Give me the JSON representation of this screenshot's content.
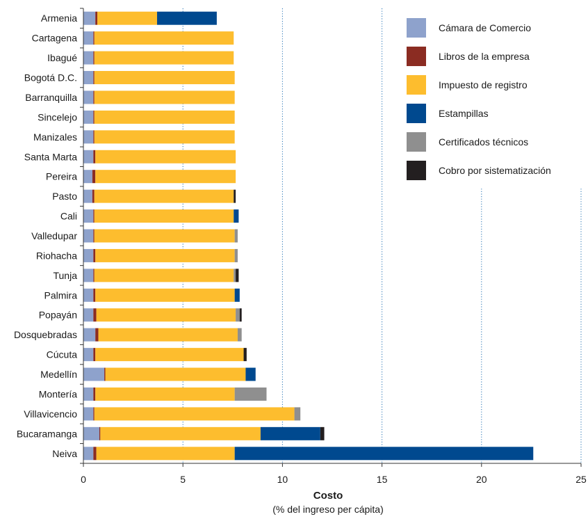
{
  "chart_data": {
    "type": "bar",
    "orientation": "horizontal",
    "stacked": true,
    "xlabel": "Costo",
    "xlabel_sub": "(% del ingreso per cápita)",
    "xlim": [
      0,
      25
    ],
    "xticks": [
      0,
      5,
      10,
      15,
      20,
      25
    ],
    "grid": "vertical-dotted",
    "legend_position": "top-right",
    "categories": [
      "Armenia",
      "Cartagena",
      "Ibagué",
      "Bogotá D.C.",
      "Barranquilla",
      "Sincelejo",
      "Manizales",
      "Santa Marta",
      "Pereira",
      "Pasto",
      "Cali",
      "Valledupar",
      "Riohacha",
      "Tunja",
      "Palmira",
      "Popayán",
      "Dosquebradas",
      "Cúcuta",
      "Medellín",
      "Montería",
      "Villavicencio",
      "Bucaramanga",
      "Neiva"
    ],
    "series": [
      {
        "name": "Cámara de Comercio",
        "color": "#8ea2cc",
        "values": [
          0.6,
          0.5,
          0.5,
          0.5,
          0.5,
          0.5,
          0.5,
          0.5,
          0.45,
          0.45,
          0.5,
          0.5,
          0.5,
          0.5,
          0.5,
          0.5,
          0.6,
          0.5,
          1.05,
          0.5,
          0.5,
          0.8,
          0.5
        ]
      },
      {
        "name": "Libros de la empresa",
        "color": "#8b2c22",
        "values": [
          0.1,
          0.05,
          0.05,
          0.05,
          0.05,
          0.05,
          0.05,
          0.1,
          0.15,
          0.1,
          0.05,
          0.05,
          0.1,
          0.05,
          0.1,
          0.15,
          0.15,
          0.1,
          0.05,
          0.1,
          0.05,
          0.05,
          0.15
        ]
      },
      {
        "name": "Impuesto de registro",
        "color": "#fdbd2e",
        "values": [
          3.0,
          7.0,
          7.0,
          7.05,
          7.05,
          7.05,
          7.05,
          7.05,
          7.05,
          7.0,
          7.0,
          7.05,
          7.0,
          7.0,
          7.0,
          7.0,
          7.0,
          7.45,
          7.05,
          7.0,
          10.05,
          8.05,
          6.95
        ]
      },
      {
        "name": "Estampillas",
        "color": "#00498f",
        "values": [
          3.0,
          0,
          0,
          0,
          0,
          0,
          0,
          0,
          0,
          0,
          0.25,
          0,
          0,
          0,
          0.25,
          0,
          0,
          0,
          0.5,
          0,
          0,
          3.0,
          15.0
        ]
      },
      {
        "name": "Certificados técnicos",
        "color": "#8f8f8f",
        "values": [
          0,
          0,
          0,
          0,
          0,
          0,
          0,
          0,
          0,
          0,
          0,
          0.15,
          0.15,
          0.1,
          0,
          0.2,
          0.2,
          0,
          0,
          1.6,
          0.3,
          0,
          0
        ]
      },
      {
        "name": "Cobro por sistematización",
        "color": "#231f20",
        "values": [
          0,
          0,
          0,
          0,
          0,
          0,
          0,
          0,
          0,
          0.1,
          0,
          0,
          0,
          0.15,
          0,
          0.1,
          0,
          0.15,
          0,
          0,
          0,
          0.2,
          0
        ]
      }
    ]
  }
}
